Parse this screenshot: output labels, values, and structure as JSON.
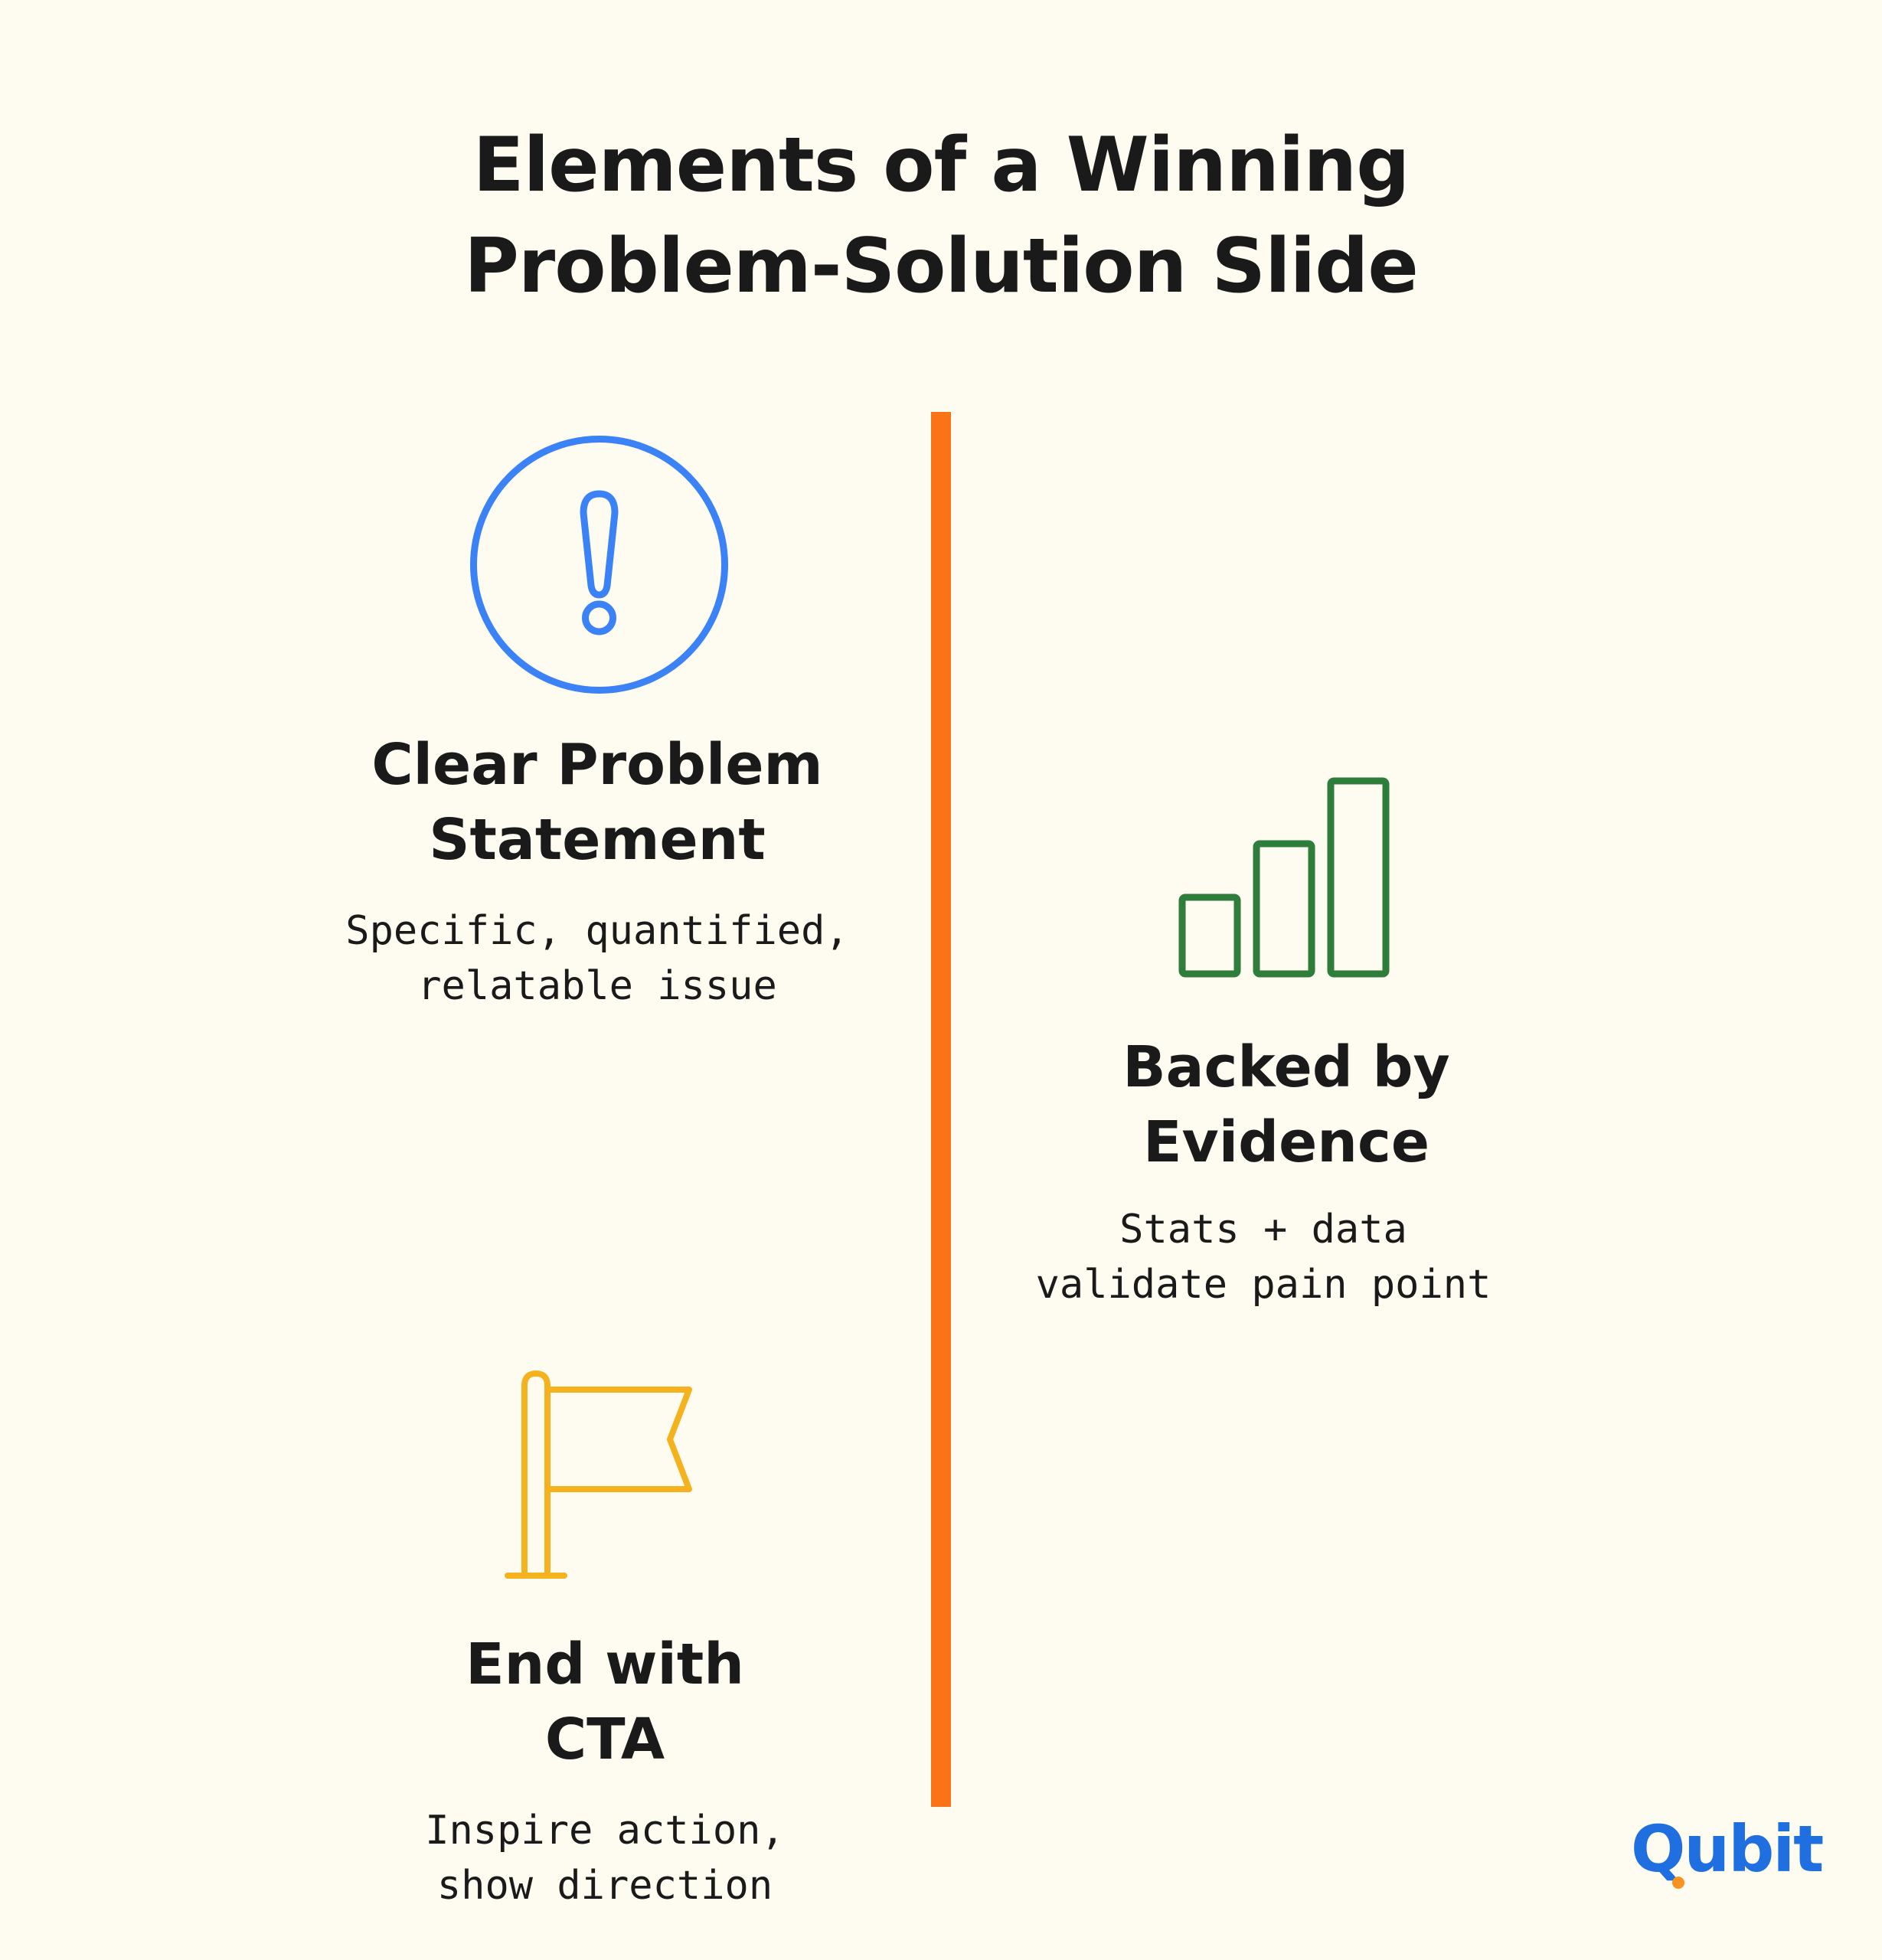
{
  "title": {
    "line1": "Elements of a Winning",
    "line2": "Problem-Solution Slide"
  },
  "colors": {
    "background": "#fefbf0",
    "divider": "#fa7316",
    "problem_icon": "#3b82f6",
    "evidence_icon": "#2e7d3a",
    "cta_icon": "#f5b21f",
    "logo": "#1f6fe0",
    "logo_accent": "#f7931e"
  },
  "items": [
    {
      "icon": "exclamation-circle-icon",
      "heading_line1": "Clear Problem",
      "heading_line2": "Statement",
      "desc_line1": "Specific, quantified,",
      "desc_line2": "relatable issue"
    },
    {
      "icon": "bar-chart-icon",
      "heading_line1": "Backed by",
      "heading_line2": "Evidence",
      "desc_line1": "Stats + data",
      "desc_line2": "validate pain point"
    },
    {
      "icon": "flag-icon",
      "heading_line1": "End with",
      "heading_line2": "CTA",
      "desc_line1": "Inspire action,",
      "desc_line2": "show direction"
    }
  ],
  "logo": {
    "text": "Qubit"
  }
}
